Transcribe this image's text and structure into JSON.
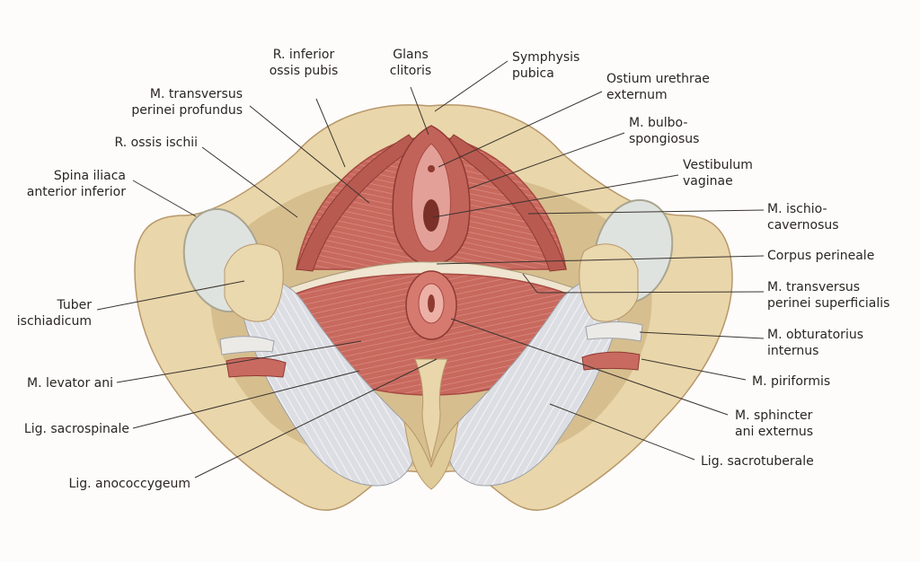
{
  "labels": {
    "r_inferior": [
      "R. inferior",
      "ossis pubis"
    ],
    "glans": [
      "Glans",
      "clitoris"
    ],
    "symphysis": [
      "Symphysis",
      "pubica"
    ],
    "ostium": [
      "Ostium urethrae",
      "externum"
    ],
    "transversus_prof": [
      "M. transversus",
      "perinei profundus"
    ],
    "bulbo": [
      "M. bulbo-",
      "spongiosus"
    ],
    "r_ischii": [
      "R. ossis ischii"
    ],
    "vestibulum": [
      "Vestibulum",
      "vaginae"
    ],
    "spina": [
      "Spina iliaca",
      "anterior inferior"
    ],
    "ischiocav": [
      "M. ischio-",
      "cavernosus"
    ],
    "corpus": [
      "Corpus perineale"
    ],
    "tuber": [
      "Tuber",
      "ischiadicum"
    ],
    "transversus_sup": [
      "M. transversus",
      "perinei superficialis"
    ],
    "obturatorius": [
      "M. obturatorius",
      "internus"
    ],
    "levator": [
      "M. levator ani"
    ],
    "piriformis": [
      "M. piriformis"
    ],
    "sacrospinale": [
      "Lig. sacrospinale"
    ],
    "sphincter": [
      "M. sphincter",
      "ani externus"
    ],
    "sacrotuberale": [
      "Lig. sacrotuberale"
    ],
    "anococcygeum": [
      "Lig. anococcygeum"
    ]
  },
  "colors": {
    "bone": "#e9d6aa",
    "bone_shadow": "#c9ae7c",
    "muscle": "#c8695e",
    "muscle_dark": "#a84a42",
    "ligament": "#d9dbe0",
    "cartilage": "#dfe3df",
    "leader": "#3a3430"
  }
}
